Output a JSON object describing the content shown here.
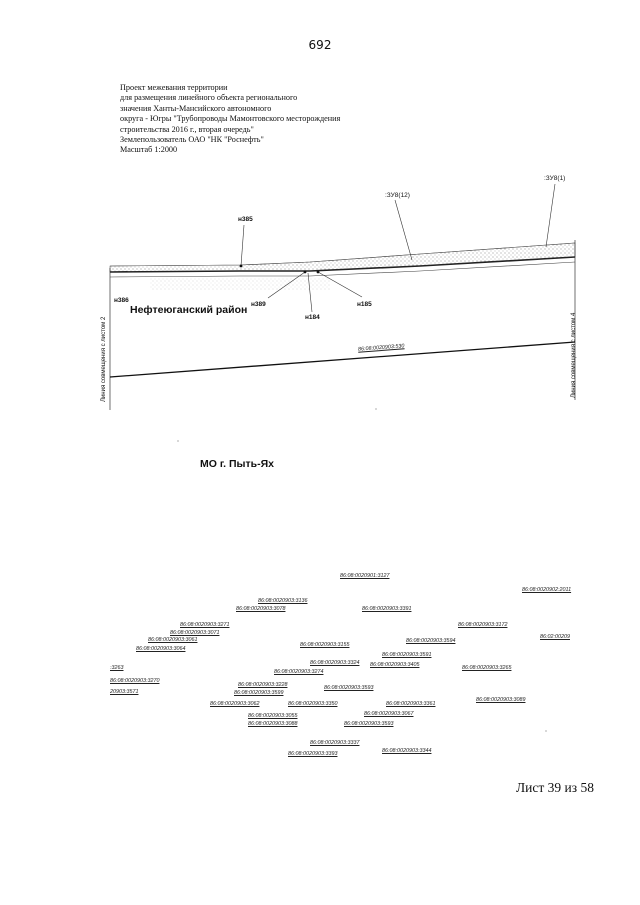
{
  "page_number": "692",
  "header": {
    "lines": [
      "Проект межевания территории",
      "для размещения линейного объекта регионального",
      "значения Ханты-Мансийского автономного",
      "округа - Югры \"Трубопроводы Мамонтовского месторождения",
      "строительства 2016 г., вторая очередь\"",
      "Землепользователь ОАО \"НК \"Роснефть\"",
      "Масштаб 1:2000"
    ]
  },
  "map": {
    "points": {
      "n385": "н385",
      "n386": "н386",
      "n389": "н389",
      "n184": "н184",
      "n185": "н185",
      "zu8_12": ":ЗУ8(12)",
      "zu8_1": ":ЗУ8(1)"
    },
    "regions": {
      "nefteyugansk": "Нефтеюганский район",
      "pyt_yakh": "МО г. Пыть-Ях"
    },
    "match_lines": {
      "left": "Линия совмещения с листом 2",
      "right": "Линия совмещения с листом 4"
    },
    "main_parcel": "86:08:0020903:530",
    "parcels": [
      "86:08:0020901:3127",
      "86:08:0020902:2011",
      "86:08:0020903:3136",
      "86:08:0020903:3078",
      "86:08:0020903:3391",
      "86:08:0020903:3271",
      "86:08:0020903:3172",
      "86:08:0020903:3071",
      "86:08:0020903:3061",
      "86:08:0020903:3064",
      "86:08:0020903:3155",
      "86:08:0020903:3594",
      "86:08:0020903:3591",
      "86:08:0020903:3324",
      "86:08:0020903:3405",
      "86:08:0020903:3274",
      "86:08:0020903:3265",
      ":3263",
      "86:08:0020903:3270",
      "20903:3571",
      "86:08:0020903:3228",
      "86:08:0020903:3593",
      "86:08:0020903:3599",
      "86:08:0020903:3062",
      "86:08:0020903:3350",
      "86:08:0020903:3361",
      "86:08:0020903:3089",
      "86:08:0020903:3055",
      "86:08:0020903:3067",
      "86:08:0020903:3593",
      "86:08:0020903:3088",
      "86:08:0020903:3337",
      "86:08:0020903:3393",
      "86:08:0020903:3344",
      "86:02:00209"
    ]
  },
  "sheet_label": "Лист 39 из 58"
}
